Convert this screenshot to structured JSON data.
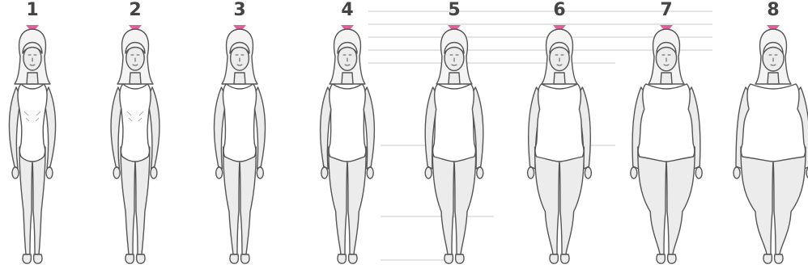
{
  "figures": [
    {
      "number": "1",
      "build": 0.0
    },
    {
      "number": "2",
      "build": 0.08
    },
    {
      "number": "3",
      "build": 0.18
    },
    {
      "number": "4",
      "build": 0.3
    },
    {
      "number": "5",
      "build": 0.45
    },
    {
      "number": "6",
      "build": 0.6
    },
    {
      "number": "7",
      "build": 0.8
    },
    {
      "number": "8",
      "build": 1.0
    }
  ],
  "colors": {
    "marker": "#e0609a",
    "number": "#444444",
    "skin": "#ececec",
    "outline": "#555555",
    "swimsuit": "#ffffff"
  }
}
